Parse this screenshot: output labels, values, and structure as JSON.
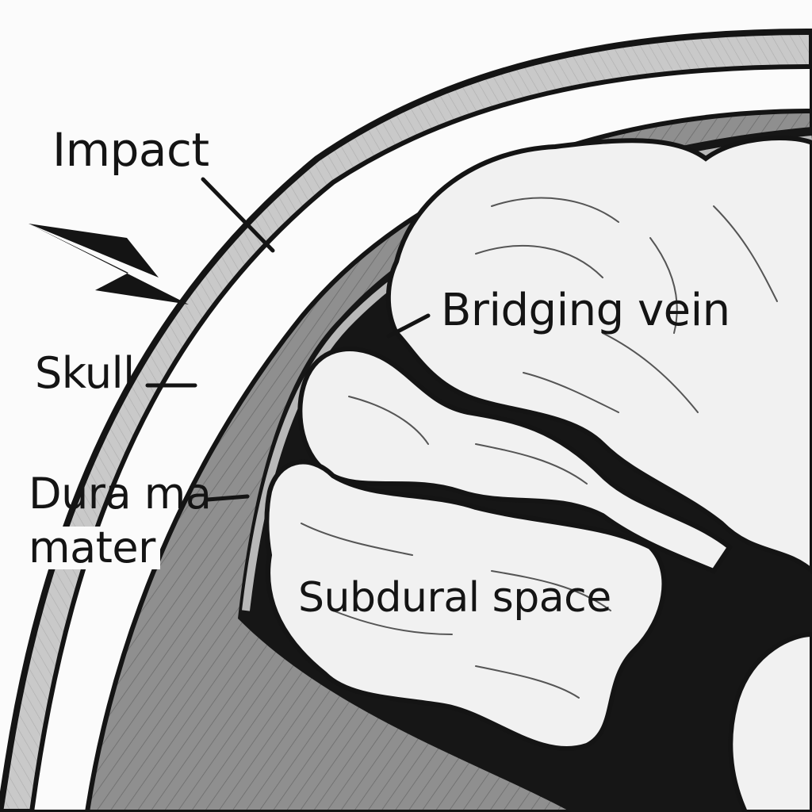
{
  "labels": {
    "impact": "Impact",
    "skull": "Skull",
    "dura_line1": "Dura ma",
    "dura_line2": "mater",
    "bridging_vein": "Bridging vein",
    "subdural_space": "Subdural space"
  },
  "colors": {
    "background": "#fbfbfb",
    "outline": "#141414",
    "bone": "#c4c4c4",
    "dura": "#b8b8b8",
    "tissue": "#8f8f8f",
    "brain": "#f1f1f1"
  }
}
